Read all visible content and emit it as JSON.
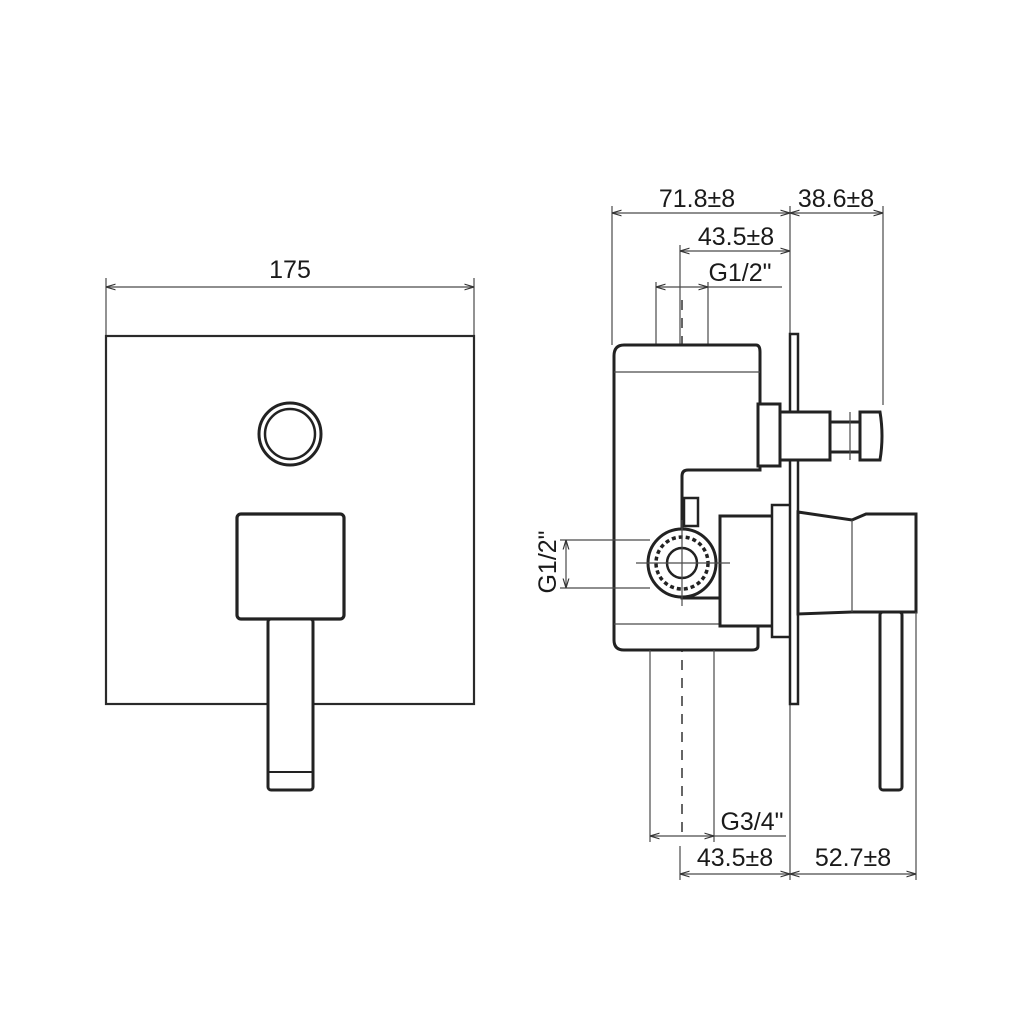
{
  "front_view": {
    "width_label": "175"
  },
  "side_view": {
    "dim_top_outer": "71.8±8",
    "dim_top_right": "38.6±8",
    "dim_top_inner": "43.5±8",
    "dim_thread_top": "G1/2\"",
    "dim_thread_side": "G1/2\"",
    "dim_thread_bottom": "G3/4\"",
    "dim_bottom_inner": "43.5±8",
    "dim_bottom_right": "52.7±8"
  }
}
